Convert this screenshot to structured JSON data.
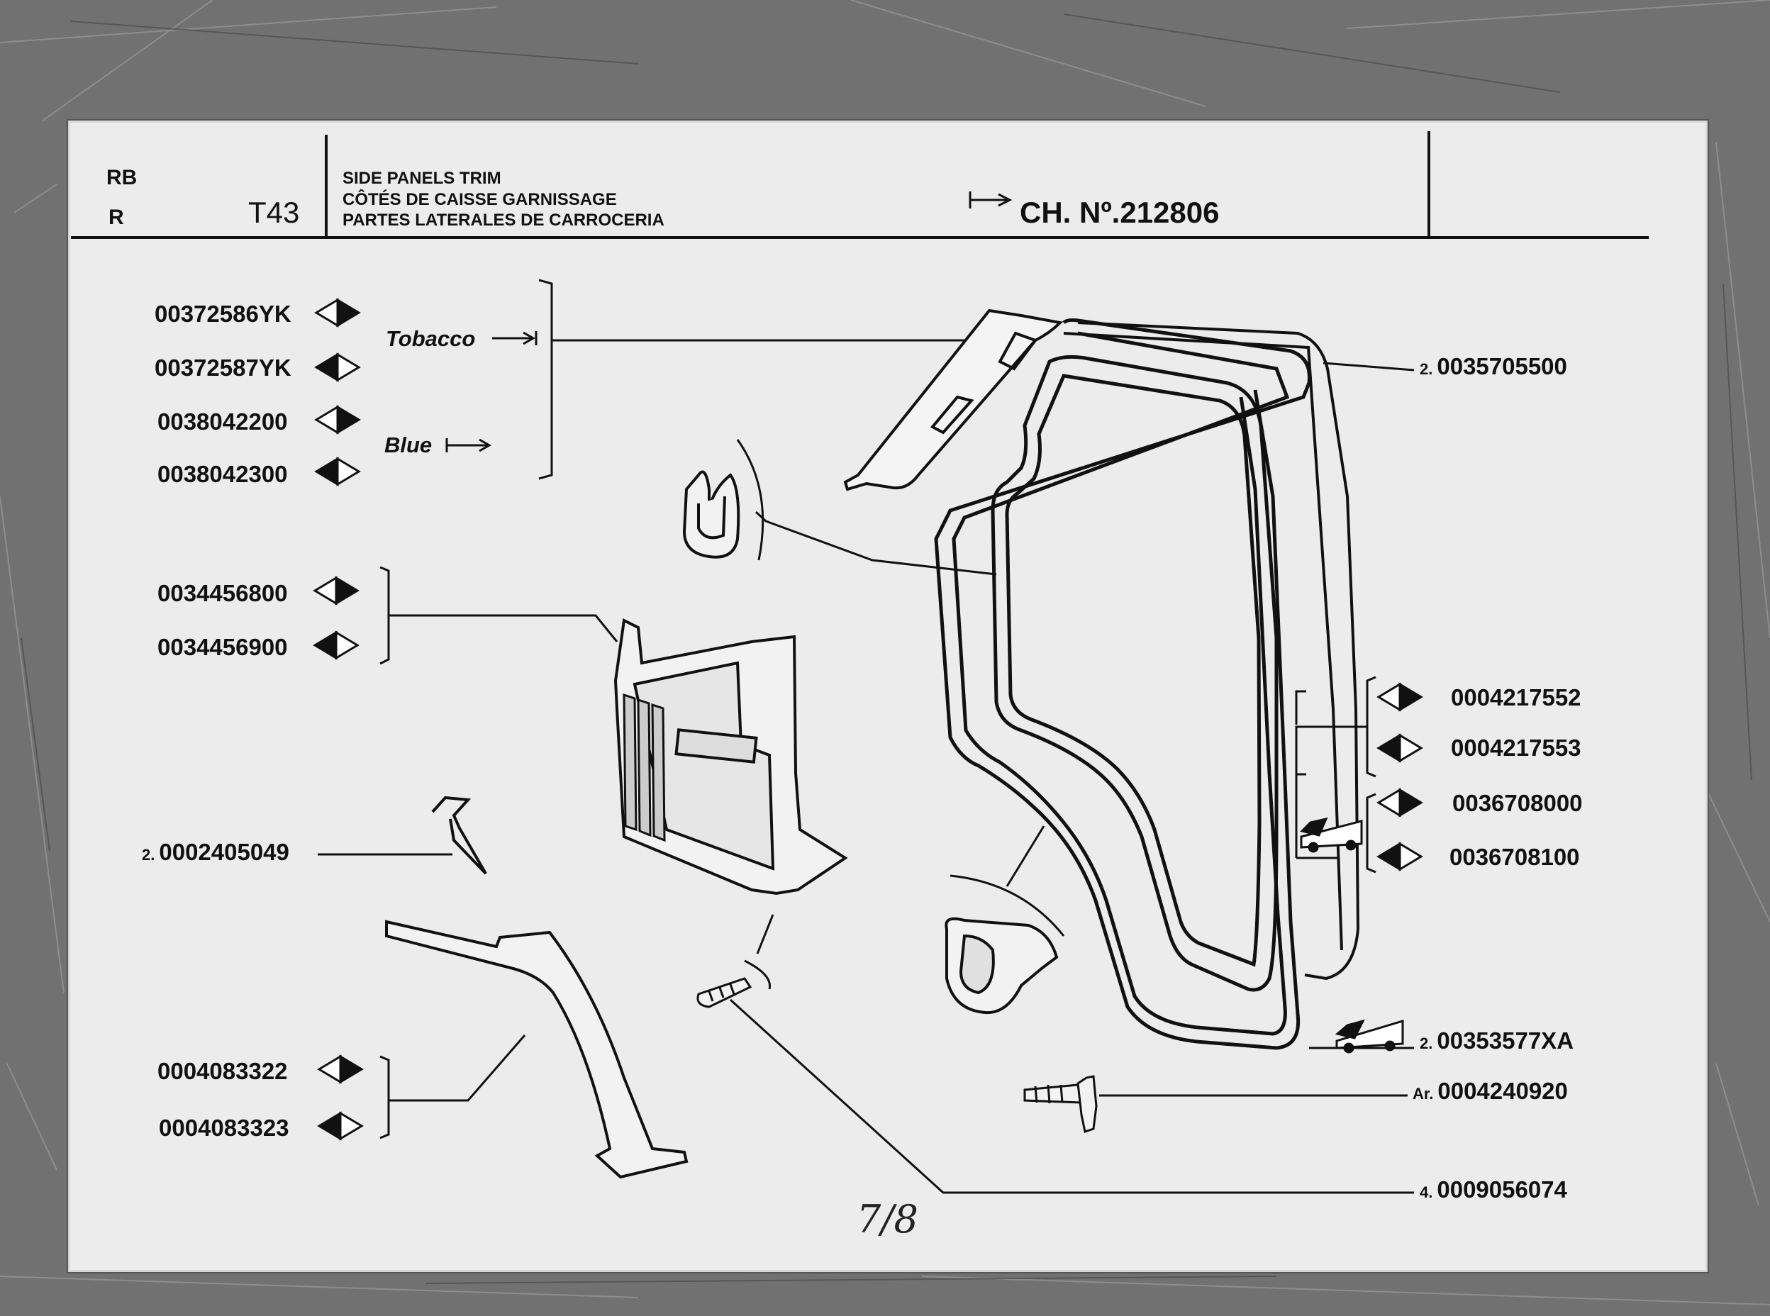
{
  "header": {
    "code_rb": "RB",
    "code_r": "R",
    "table_no": "T43",
    "title_en": "SIDE PANELS TRIM",
    "title_fr": "CÔTÉS DE CAISSE GARNISSAGE",
    "title_es": "PARTES LATERALES DE CARROCERIA",
    "chassis": "CH. Nº.212806"
  },
  "color_tags": {
    "tobacco": "Tobacco",
    "blue": "Blue"
  },
  "parts": [
    {
      "qty": "",
      "number": "00372586YK",
      "side": "right"
    },
    {
      "qty": "",
      "number": "00372587YK",
      "side": "left"
    },
    {
      "qty": "",
      "number": "0038042200",
      "side": "right"
    },
    {
      "qty": "",
      "number": "0038042300",
      "side": "left"
    },
    {
      "qty": "",
      "number": "0034456800",
      "side": "right"
    },
    {
      "qty": "",
      "number": "0034456900",
      "side": "left"
    },
    {
      "qty": "2.",
      "number": "0002405049",
      "side": ""
    },
    {
      "qty": "",
      "number": "0004083322",
      "side": "right"
    },
    {
      "qty": "",
      "number": "0004083323",
      "side": "left"
    },
    {
      "qty": "2.",
      "number": "0035705500",
      "side": ""
    },
    {
      "qty": "",
      "number": "0004217552",
      "side": "right"
    },
    {
      "qty": "",
      "number": "0004217553",
      "side": "left"
    },
    {
      "qty": "",
      "number": "0036708000",
      "side": "right"
    },
    {
      "qty": "",
      "number": "0036708100",
      "side": "left"
    },
    {
      "qty": "2.",
      "number": "00353577XA",
      "side": ""
    },
    {
      "qty": "Ar.",
      "number": "0004240920",
      "side": ""
    },
    {
      "qty": "4.",
      "number": "0009056074",
      "side": ""
    }
  ],
  "page_note": "7/8"
}
